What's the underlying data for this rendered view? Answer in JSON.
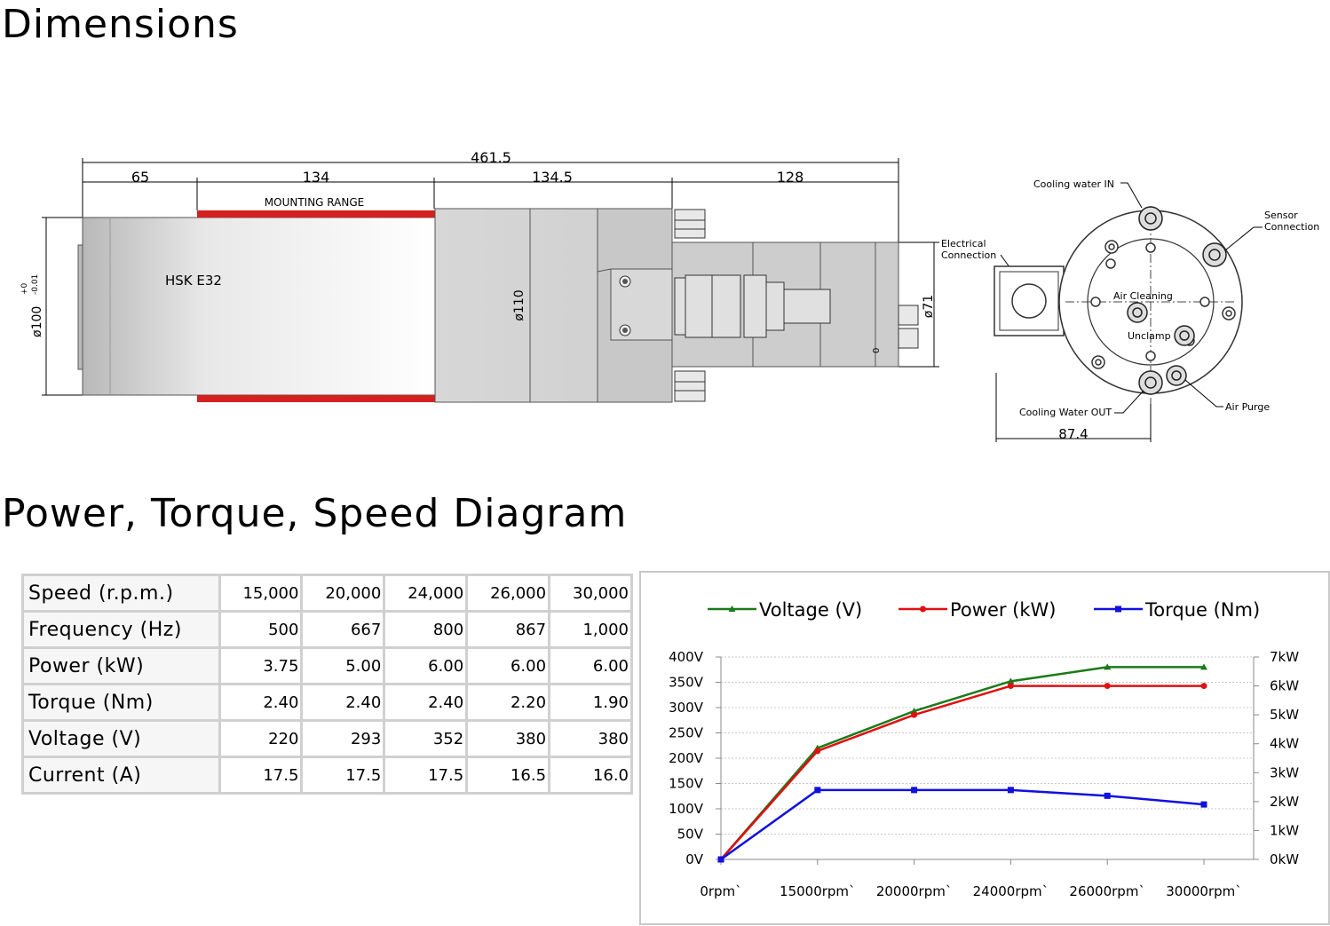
{
  "sections": {
    "dimensions_title": "Dimensions",
    "diagram_title": "Power, Torque, Speed Diagram"
  },
  "drawing": {
    "dims": {
      "overall": "461.5",
      "seg1": "65",
      "seg2": "134",
      "seg3": "134.5",
      "seg4": "128",
      "dia_front": "ø100",
      "dia_front_tol_upper": "+0",
      "dia_front_tol_lower": "-0.01",
      "dia_body": "ø110",
      "dia_rear": "ø71",
      "rear_width": "87.4"
    },
    "labels": {
      "mounting_range": "MOUNTING RANGE",
      "tool_holder": "HSK E32",
      "electrical_1": "Electrical",
      "electrical_2": "Connection",
      "cooling_in": "Cooling water IN",
      "sensor_1": "Sensor",
      "sensor_2": "Connection",
      "air_cleaning": "Air Cleaning",
      "unclamp": "Unclamp",
      "cooling_out": "Cooling Water OUT",
      "air_purge": "Air Purge",
      "zero_mark": "0"
    }
  },
  "spec_table": {
    "rows": [
      {
        "label": "Speed (r.p.m.)",
        "values": [
          "15,000",
          "20,000",
          "24,000",
          "26,000",
          "30,000"
        ]
      },
      {
        "label": "Frequency (Hz)",
        "values": [
          "500",
          "667",
          "800",
          "867",
          "1,000"
        ]
      },
      {
        "label": "Power (kW)",
        "values": [
          "3.75",
          "5.00",
          "6.00",
          "6.00",
          "6.00"
        ]
      },
      {
        "label": "Torque (Nm)",
        "values": [
          "2.40",
          "2.40",
          "2.40",
          "2.20",
          "1.90"
        ]
      },
      {
        "label": "Voltage (V)",
        "values": [
          "220",
          "293",
          "352",
          "380",
          "380"
        ]
      },
      {
        "label": "Current (A)",
        "values": [
          "17.5",
          "17.5",
          "17.5",
          "16.5",
          "16.0"
        ]
      }
    ]
  },
  "chart_data": {
    "type": "line",
    "categories": [
      "0rpm`",
      "15000rpm`",
      "20000rpm`",
      "24000rpm`",
      "26000rpm`",
      "30000rpm`"
    ],
    "y_left": {
      "ticks": [
        "0V",
        "50V",
        "100V",
        "150V",
        "200V",
        "250V",
        "300V",
        "350V",
        "400V"
      ],
      "range": [
        0,
        400
      ]
    },
    "y_right": {
      "ticks": [
        "0kW",
        "1kW",
        "2kW",
        "3kW",
        "4kW",
        "5kW",
        "6kW",
        "7kW"
      ],
      "range": [
        0,
        7
      ]
    },
    "legend_position": "top",
    "grid": "horizontal dotted",
    "series": [
      {
        "name": "Voltage (V)",
        "axis": "left",
        "color": "#1a7a1a",
        "marker": "triangle",
        "values": [
          0,
          220,
          293,
          352,
          380,
          380
        ]
      },
      {
        "name": "Power (kW)",
        "axis": "right",
        "color": "#e01010",
        "marker": "circle",
        "values": [
          0,
          3.75,
          5.0,
          6.0,
          6.0,
          6.0
        ]
      },
      {
        "name": "Torque (Nm)",
        "axis": "right",
        "color": "#1010e0",
        "marker": "square",
        "values": [
          0,
          2.4,
          2.4,
          2.4,
          2.2,
          1.9
        ]
      }
    ]
  }
}
